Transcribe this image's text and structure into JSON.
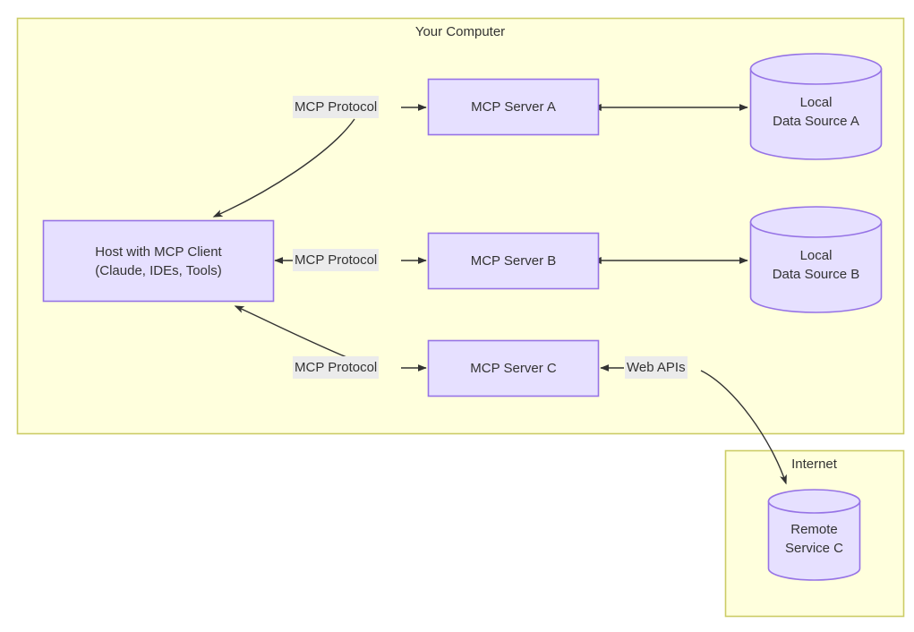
{
  "diagram": {
    "title_visible": false,
    "colors": {
      "group_fill": "#ffffdd",
      "group_stroke": "#cccc66",
      "node_fill": "#e6e0ff",
      "node_stroke": "#9673e6",
      "cylinder_fill": "#e6e0ff",
      "cylinder_stroke": "#9673e6",
      "edge_stroke": "#333333",
      "label_bg": "#ebebeb",
      "text": "#333333",
      "canvas": "#ffffff"
    },
    "groups": [
      {
        "id": "your-computer",
        "label": "Your Computer"
      },
      {
        "id": "internet",
        "label": "Internet"
      }
    ],
    "nodes": [
      {
        "id": "host",
        "label_lines": [
          "Host with MCP Client",
          "(Claude, IDEs, Tools)"
        ],
        "shape": "rect"
      },
      {
        "id": "server-a",
        "label_lines": [
          "MCP Server A"
        ],
        "shape": "rect"
      },
      {
        "id": "server-b",
        "label_lines": [
          "MCP Server B"
        ],
        "shape": "rect"
      },
      {
        "id": "server-c",
        "label_lines": [
          "MCP Server C"
        ],
        "shape": "rect"
      },
      {
        "id": "data-source-a",
        "label_lines": [
          "Local",
          "Data Source A"
        ],
        "shape": "cylinder"
      },
      {
        "id": "data-source-b",
        "label_lines": [
          "Local",
          "Data Source B"
        ],
        "shape": "cylinder"
      },
      {
        "id": "remote-service-c",
        "label_lines": [
          "Remote",
          "Service C"
        ],
        "shape": "cylinder"
      }
    ],
    "edge_labels": [
      {
        "id": "mcp-protocol-a",
        "text": "MCP Protocol"
      },
      {
        "id": "mcp-protocol-b",
        "text": "MCP Protocol"
      },
      {
        "id": "mcp-protocol-c",
        "text": "MCP Protocol"
      },
      {
        "id": "web-apis",
        "text": "Web APIs"
      }
    ],
    "node_labels": {
      "host_line1": "Host with MCP Client",
      "host_line2": "(Claude, IDEs, Tools)",
      "server_a": "MCP Server A",
      "server_b": "MCP Server B",
      "server_c": "MCP Server C",
      "ds_a_line1": "Local",
      "ds_a_line2": "Data Source A",
      "ds_b_line1": "Local",
      "ds_b_line2": "Data Source B",
      "remote_line1": "Remote",
      "remote_line2": "Service C"
    },
    "group_labels": {
      "your_computer": "Your Computer",
      "internet": "Internet"
    },
    "edge_label_texts": {
      "mcp_a": "MCP Protocol",
      "mcp_b": "MCP Protocol",
      "mcp_c": "MCP Protocol",
      "web_apis": "Web APIs"
    }
  }
}
